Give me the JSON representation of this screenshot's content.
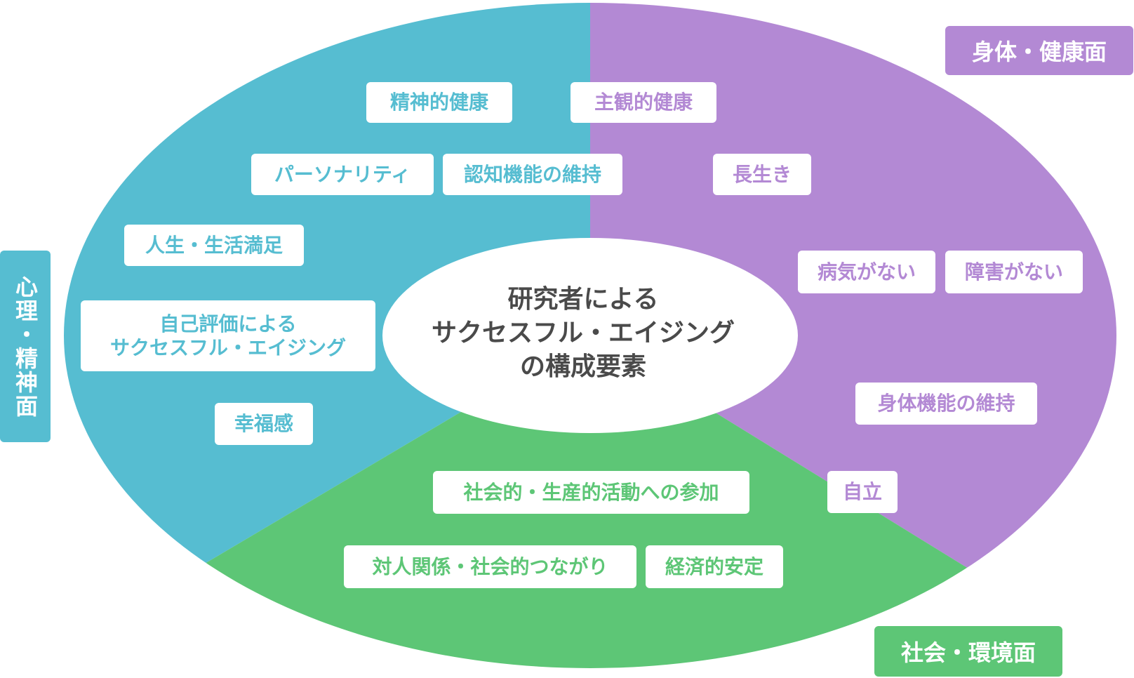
{
  "center": {
    "lines": [
      "研究者による",
      "サクセスフル・エイジング",
      "の構成要素"
    ]
  },
  "colors": {
    "psych": "#56bdd1",
    "physical": "#b389d4",
    "social": "#5dc676",
    "center_fill": "#ffffff",
    "center_text": "#4a4a4a"
  },
  "categories": {
    "psych": "心理・精神面",
    "physical": "身体・健康面",
    "social": "社会・環境面"
  },
  "psych_items": {
    "mental_health": "精神的健康",
    "personality": "パーソナリティ",
    "cognitive": "認知機能の維持",
    "life_satisfaction": "人生・生活満足",
    "self_eval_line1": "自己評価による",
    "self_eval_line2": "サクセスフル・エイジング",
    "happiness": "幸福感"
  },
  "physical_items": {
    "subjective_health": "主観的健康",
    "longevity": "長生き",
    "no_disease": "病気がない",
    "no_disability": "障害がない",
    "physical_function": "身体機能の維持",
    "independence": "自立"
  },
  "social_items": {
    "participation": "社会的・生産的活動への参加",
    "relationships": "対人関係・社会的つながり",
    "economic": "経済的安定"
  }
}
